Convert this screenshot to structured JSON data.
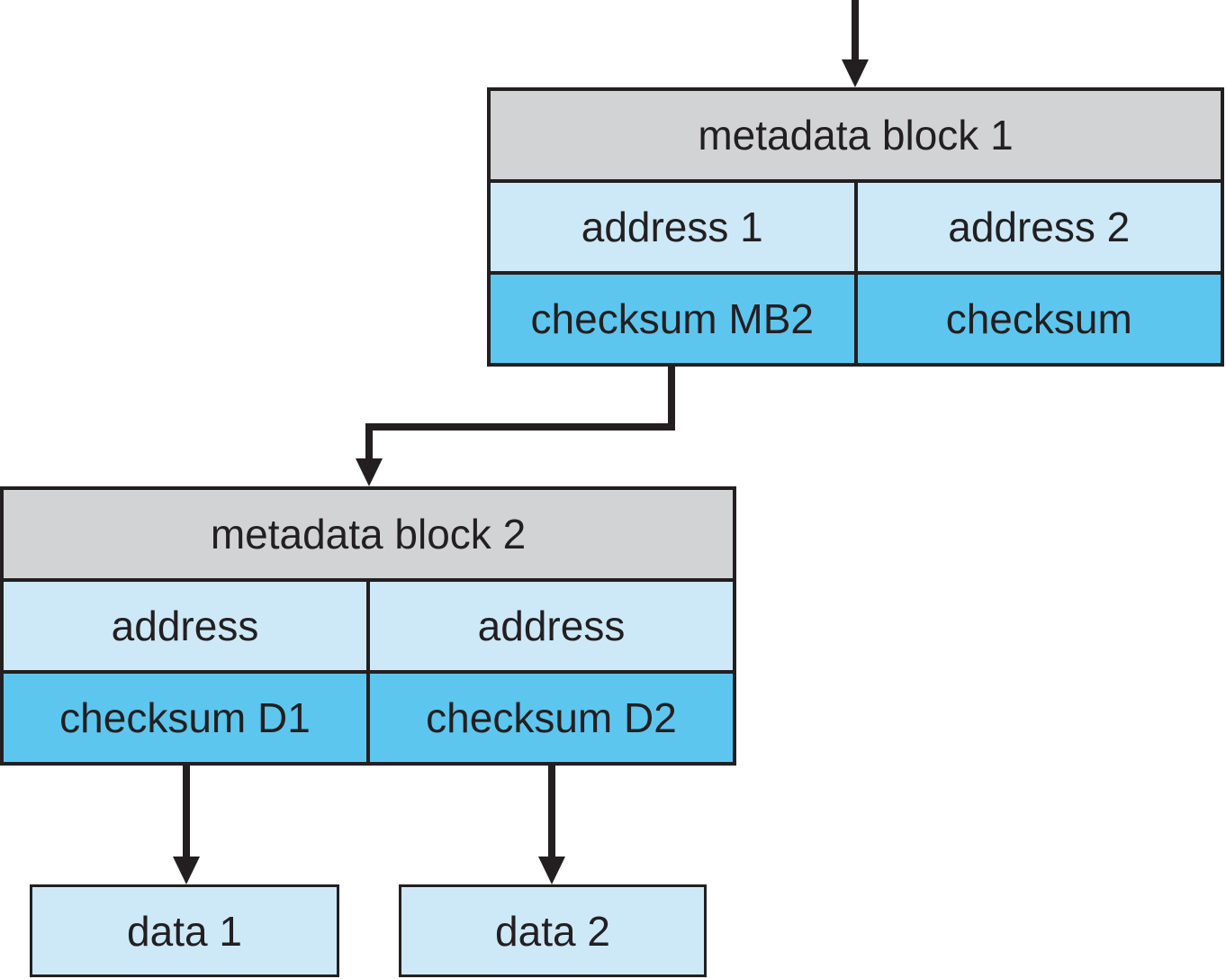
{
  "colors": {
    "background": "#ffffff",
    "header_fill": "#d1d3d4",
    "address_fill": "#cde9f8",
    "checksum_fill": "#5dc6ef",
    "border": "#231f20",
    "arrow": "#231f20",
    "text": "#231f20"
  },
  "block1": {
    "title": "metadata block 1",
    "address1": "address 1",
    "address2": "address 2",
    "checksum1": "checksum MB2",
    "checksum2": "checksum"
  },
  "block2": {
    "title": "metadata block 2",
    "address1": "address",
    "address2": "address",
    "checksum1": "checksum D1",
    "checksum2": "checksum D2"
  },
  "data_blocks": {
    "data1": "data 1",
    "data2": "data 2"
  }
}
